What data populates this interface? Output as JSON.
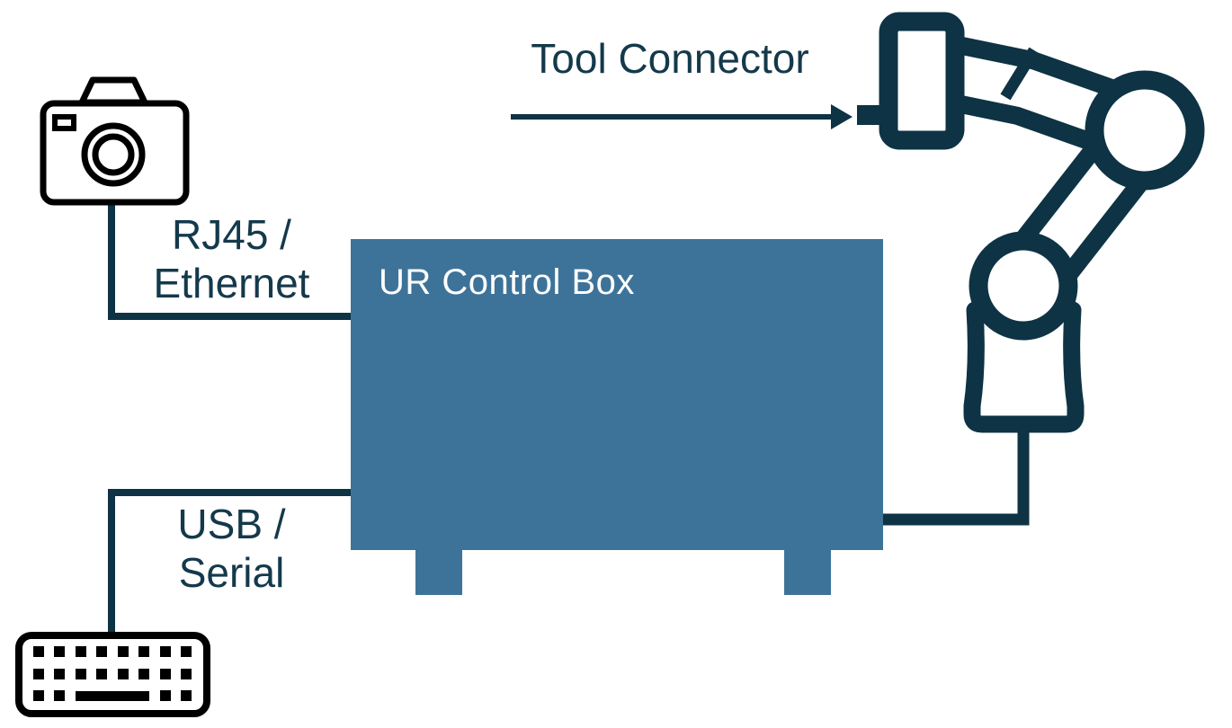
{
  "labels": {
    "tool_connector": "Tool Connector",
    "rj45_line1": "RJ45 /",
    "rj45_line2": "Ethernet",
    "usb_line1": "USB /",
    "usb_line2": "Serial",
    "control_box": "UR Control Box"
  },
  "icons": {
    "camera": "camera-icon",
    "keyboard": "keyboard-icon",
    "robot_arm": "robot-arm-icon",
    "arrow": "arrow-right-icon"
  },
  "connections": [
    {
      "from": "camera",
      "to": "control_box",
      "label": "RJ45 / Ethernet"
    },
    {
      "from": "keyboard",
      "to": "control_box",
      "label": "USB / Serial"
    },
    {
      "from": "control_box",
      "to": "robot_arm",
      "label": ""
    },
    {
      "from": "tool_connector_arrow",
      "to": "robot_arm_tool_flange",
      "label": "Tool Connector"
    }
  ],
  "colors": {
    "background": "#FFFFFF",
    "box_fill": "#3E7399",
    "dark_teal": "#0D3344",
    "label_text": "#14394B",
    "icon_black": "#000000",
    "box_label_text": "#FFFFFF"
  }
}
